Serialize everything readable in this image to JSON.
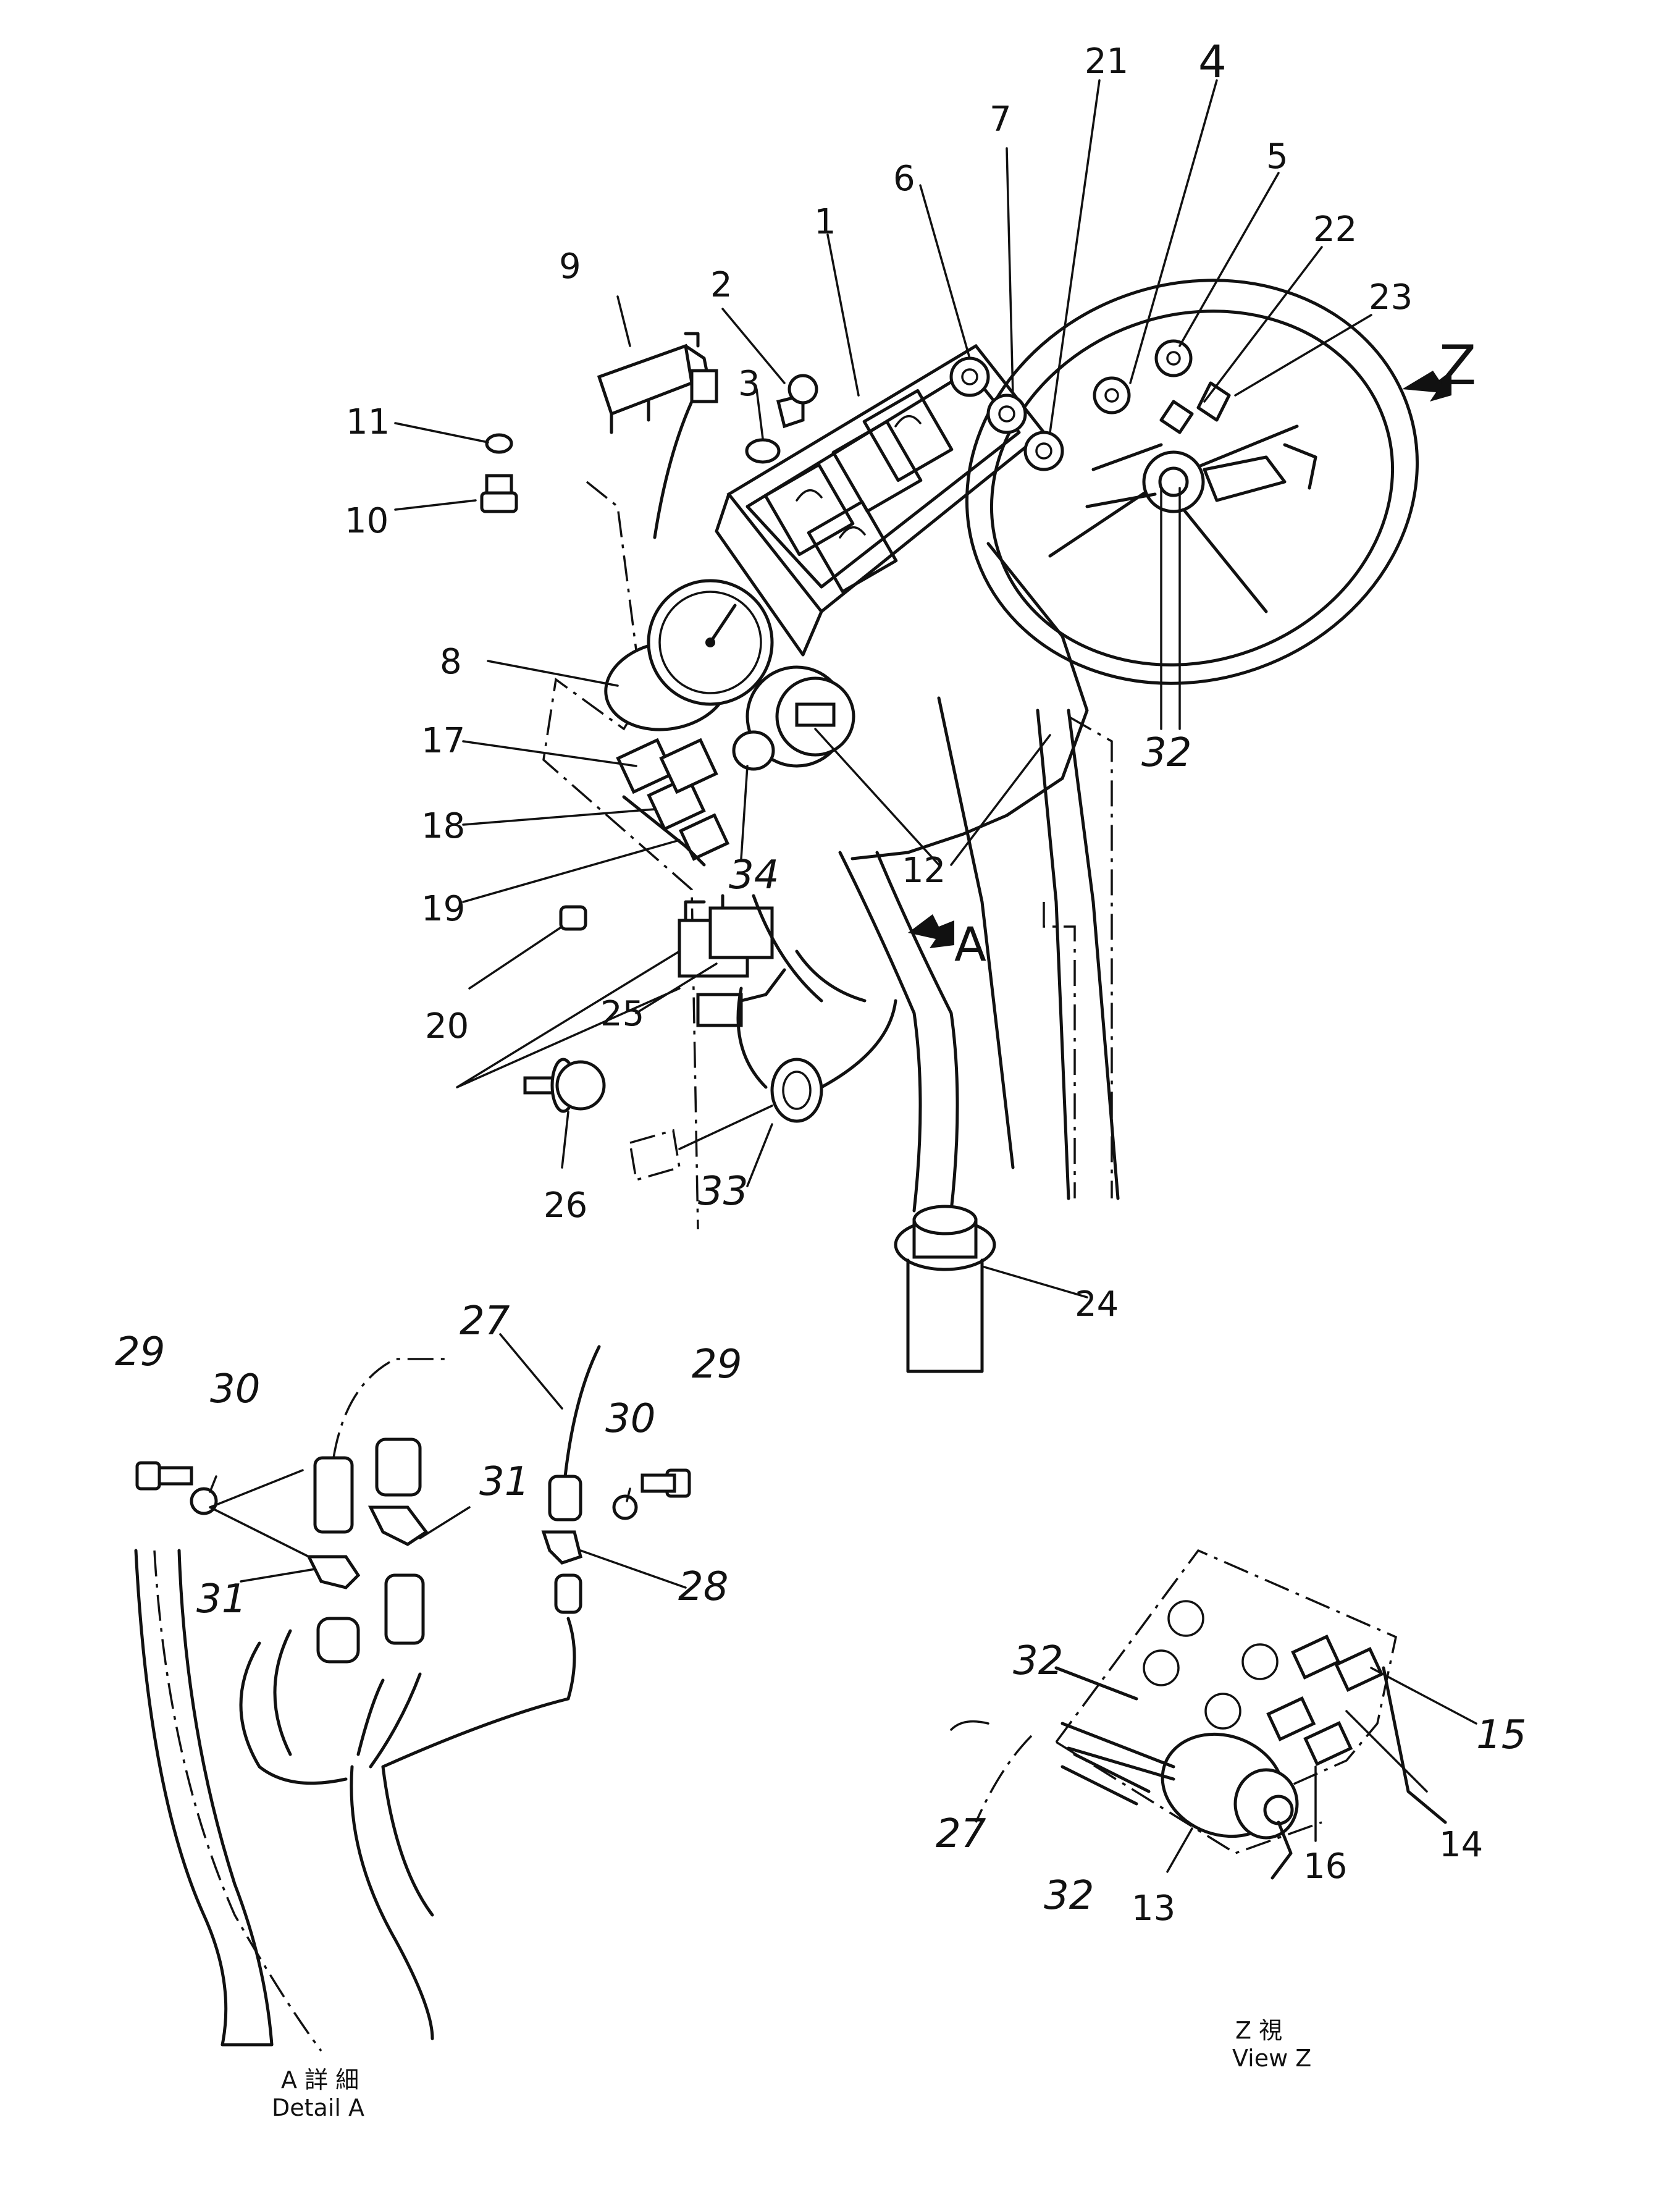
{
  "callouts": {
    "n1": "1",
    "n2": "2",
    "n3": "3",
    "n4": "4",
    "n5": "5",
    "n6": "6",
    "n7": "7",
    "n8": "8",
    "n9": "9",
    "n10": "10",
    "n11": "11",
    "n12": "12",
    "n13": "13",
    "n14": "14",
    "n15": "15",
    "n16": "16",
    "n17": "17",
    "n18": "18",
    "n19": "19",
    "n20": "20",
    "n21": "21",
    "n22": "22",
    "n23": "23",
    "n24": "24",
    "n25": "25",
    "n26": "26",
    "n27a": "27",
    "n27b": "27",
    "n28": "28",
    "n29a": "29",
    "n29b": "29",
    "n30a": "30",
    "n30b": "30",
    "n31a": "31",
    "n31b": "31",
    "n32a": "32",
    "n32b": "32",
    "n32c": "32",
    "n33": "33",
    "n34": "34"
  },
  "view_markers": {
    "z": "Z",
    "a": "A"
  },
  "captions": {
    "detail_a_jp": "A 詳 細",
    "detail_a_en": "Detail A",
    "view_z_jp": "Z 視",
    "view_z_en": "View Z"
  }
}
